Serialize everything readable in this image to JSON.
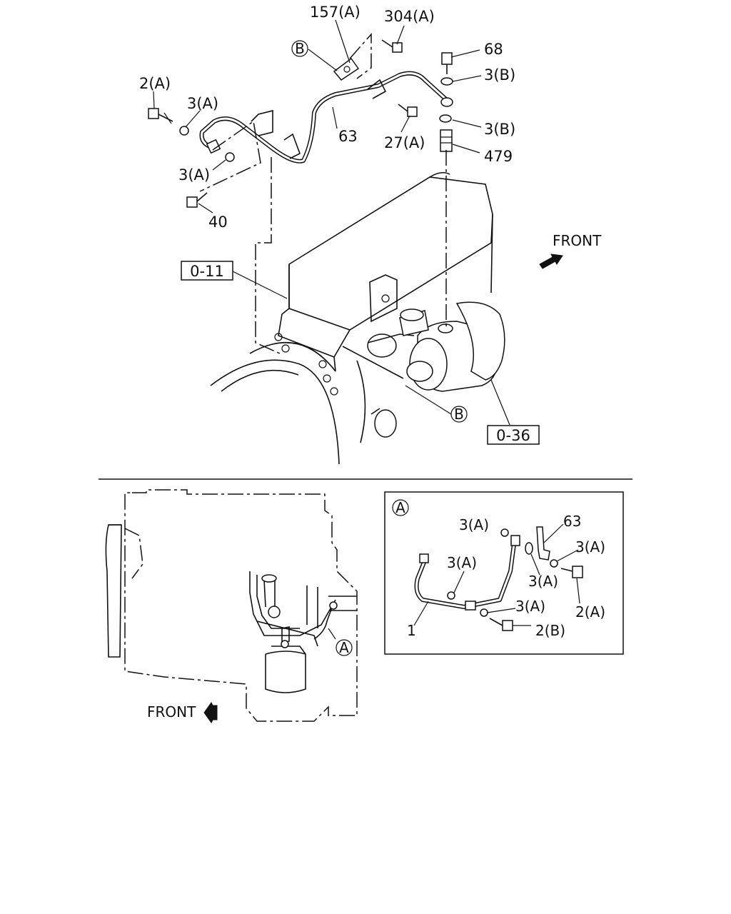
{
  "callouts": {
    "c157a": "157(A)",
    "c304a": "304(A)",
    "c68": "68",
    "c3b_top": "3(B)",
    "c3b_bottom": "3(B)",
    "c479": "479",
    "c2a_top": "2(A)",
    "c3a_top1": "3(A)",
    "c3a_top2": "3(A)",
    "c63_top": "63",
    "c27a": "27(A)",
    "c40": "40",
    "ref_b_top": "B",
    "ref_b_mid": "B"
  },
  "references": {
    "ref_0_11": "0-11",
    "ref_0_36": "0-36"
  },
  "front_labels": {
    "top": "FRONT",
    "bottom": "FRONT"
  },
  "overview": {
    "ref_a": "A"
  },
  "detail_a": {
    "badge": "A",
    "c3a_1": "3(A)",
    "c63": "63",
    "c3a_2": "3(A)",
    "c3a_3": "3(A)",
    "c3a_4": "3(A)",
    "c3a_5": "3(A)",
    "c2a": "2(A)",
    "c1": "1",
    "c2b": "2(B)"
  }
}
